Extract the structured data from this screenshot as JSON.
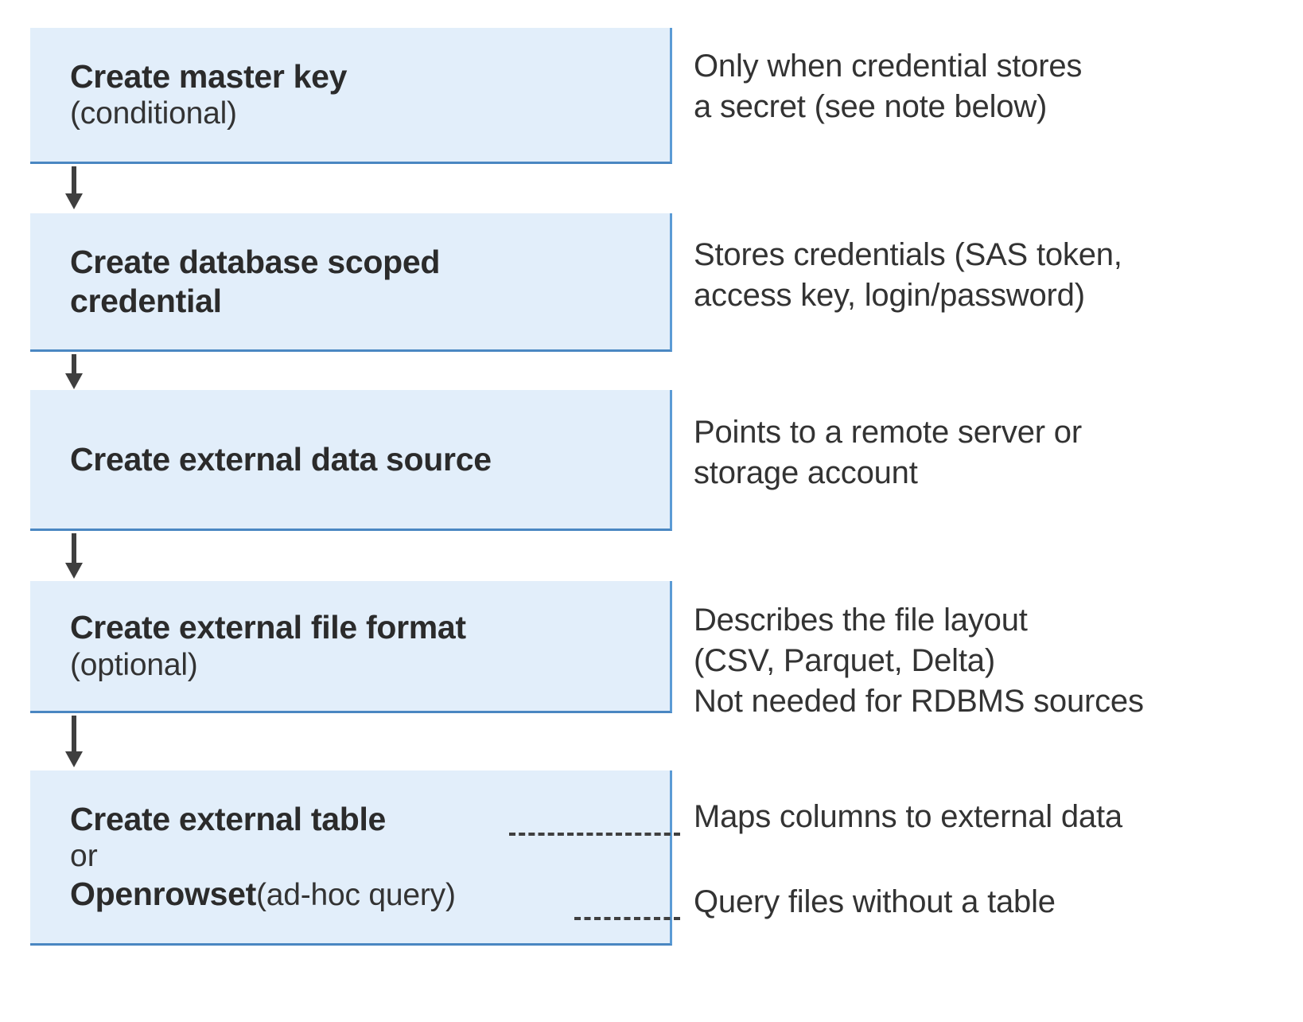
{
  "diagram": {
    "type": "flowchart",
    "orientation": "vertical",
    "colors": {
      "box_fill": "#e2eefa",
      "box_border": "#5b9bd5",
      "arrow": "#3f3f3f",
      "text": "#333333"
    },
    "steps": [
      {
        "id": "create-master-key",
        "title": "Create master key",
        "subtitle": "(conditional)",
        "note": "Only when credential stores\na secret (see note below)"
      },
      {
        "id": "create-database-scoped-credential",
        "title": "Create database scoped\ncredential",
        "subtitle": "",
        "note": "Stores credentials (SAS token,\naccess key, login/password)"
      },
      {
        "id": "create-external-data-source",
        "title": "Create external data source",
        "subtitle": "",
        "note": "Points to a remote server or\nstorage account"
      },
      {
        "id": "create-external-file-format",
        "title": "Create external file format",
        "subtitle": "(optional)",
        "note": "Describes the file layout\n(CSV, Parquet, Delta)\nNot needed for RDBMS sources"
      },
      {
        "id": "create-external-table-or-openrowset",
        "title": "Create external table",
        "connector": "or",
        "title_alt_bold": "Openrowset",
        "title_alt_rest": " (ad-hoc query)",
        "note_table": "Maps columns to external data",
        "note_openrowset": "Query files without a table"
      }
    ]
  }
}
